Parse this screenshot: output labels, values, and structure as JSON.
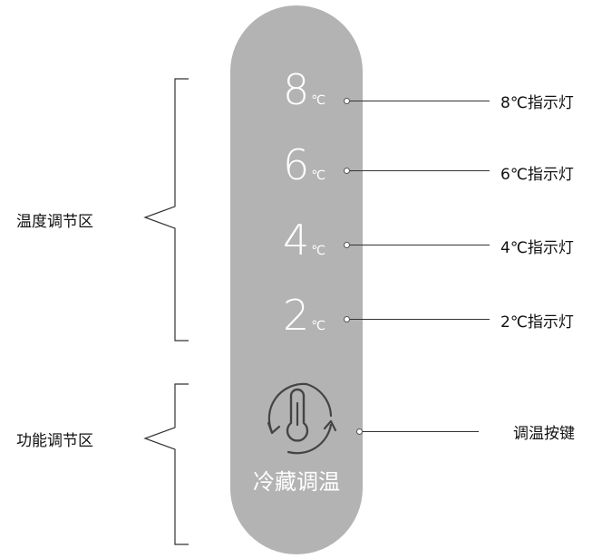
{
  "regions": {
    "temperature": "温度调节区",
    "function": "功能调节区"
  },
  "panel": {
    "temps": [
      {
        "number": "8",
        "unit": "℃"
      },
      {
        "number": "6",
        "unit": "℃"
      },
      {
        "number": "4",
        "unit": "℃"
      },
      {
        "number": "2",
        "unit": "℃"
      }
    ],
    "button_label": "冷藏调温",
    "button_icon": "thermometer-cycle-icon"
  },
  "callouts": {
    "indicator_8": "8℃指示灯",
    "indicator_6": "6℃指示灯",
    "indicator_4": "4℃指示灯",
    "indicator_2": "2℃指示灯",
    "button": "调温按键"
  },
  "colors": {
    "panel": "#b3b3b3",
    "panel_text": "#ffffff",
    "line": "#333333"
  }
}
